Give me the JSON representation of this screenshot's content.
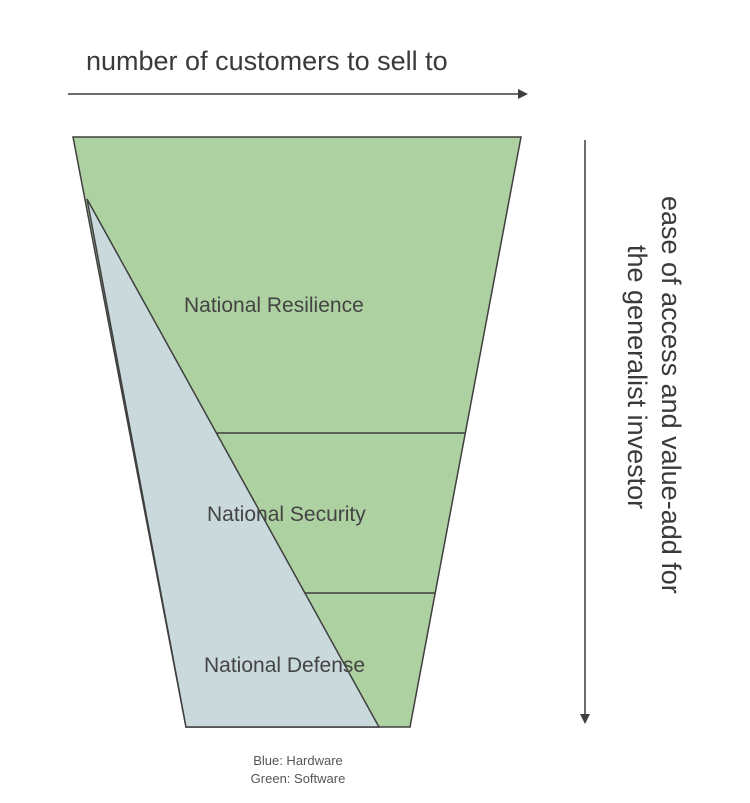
{
  "diagram": {
    "top_axis_label": "number of customers to sell to",
    "side_axis_label_line1": "ease of access and value-add for",
    "side_axis_label_line2": "the generalist investor",
    "sections": {
      "resilience": "National Resilience",
      "security": "National Security",
      "defense": "National Defense"
    },
    "legend": {
      "blue": "Blue: Hardware",
      "green": "Green: Software"
    },
    "colors": {
      "software_fill": "#aed1a1",
      "hardware_fill": "#c9d9dc",
      "stroke": "#3f3f3f"
    }
  }
}
